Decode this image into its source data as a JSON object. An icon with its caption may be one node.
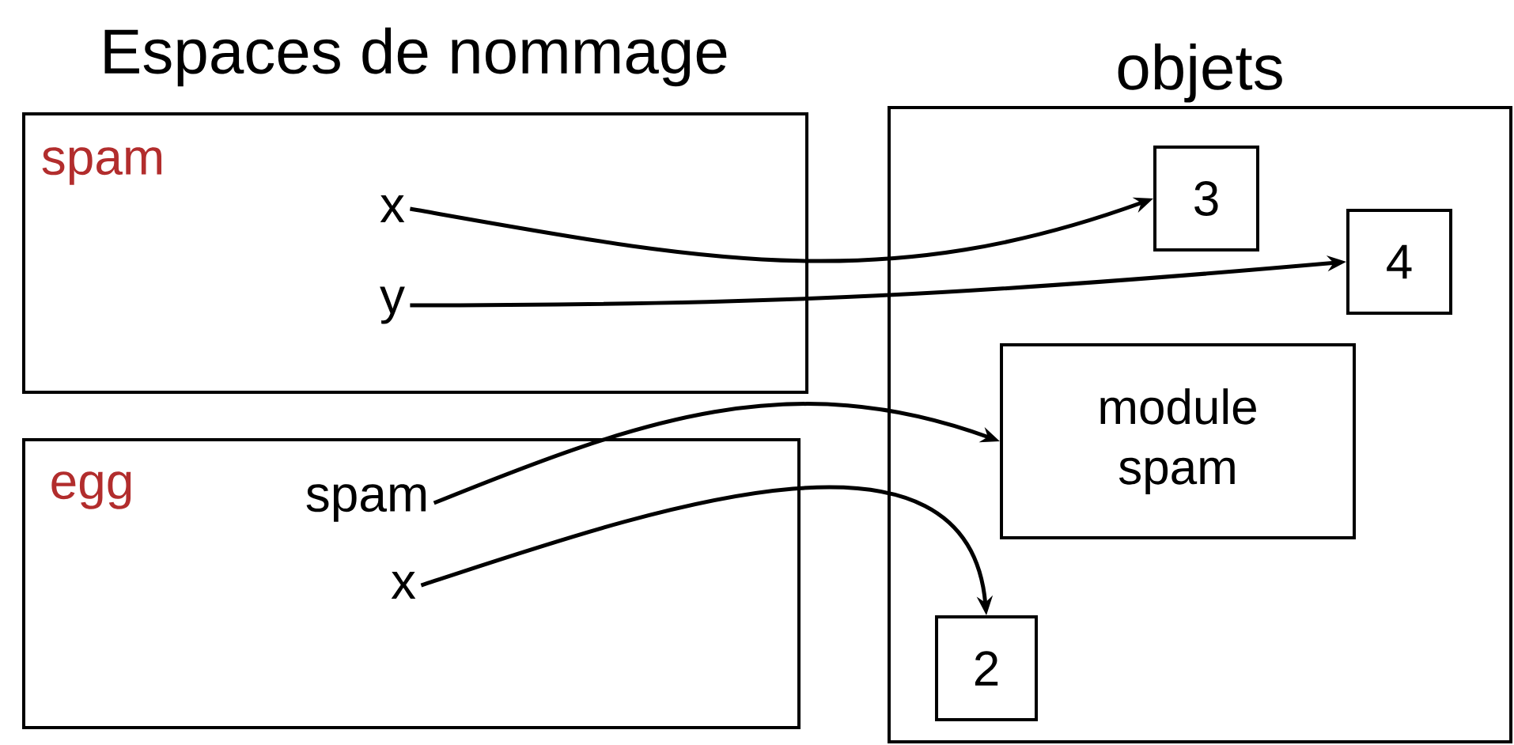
{
  "diagram": {
    "title": "Espaces de nommage",
    "nodes": [
      {
        "text": [
          "spam"
        ]
      },
      {
        "text": [
          "x"
        ],
        "in": 0
      },
      {
        "text": [
          "y"
        ],
        "in": 0
      },
      {
        "text": [
          "egg"
        ]
      },
      {
        "text": [
          "spam"
        ],
        "in": 3
      },
      {
        "text": [
          "x"
        ],
        "in": 3
      },
      {
        "text": [
          "objets"
        ]
      },
      {
        "text": [
          "3"
        ],
        "in": 6
      },
      {
        "text": [
          "4"
        ],
        "in": 6
      },
      {
        "text": [
          "module spam"
        ],
        "in": 6
      },
      {
        "text": [
          "2"
        ],
        "in": 6
      }
    ],
    "edges": [
      {
        "from": 1,
        "to": 7,
        "arrow": "to"
      },
      {
        "from": 2,
        "to": 8,
        "arrow": "to"
      },
      {
        "from": 4,
        "to": 9,
        "arrow": "to"
      },
      {
        "from": 5,
        "to": 10,
        "arrow": "to"
      }
    ]
  }
}
